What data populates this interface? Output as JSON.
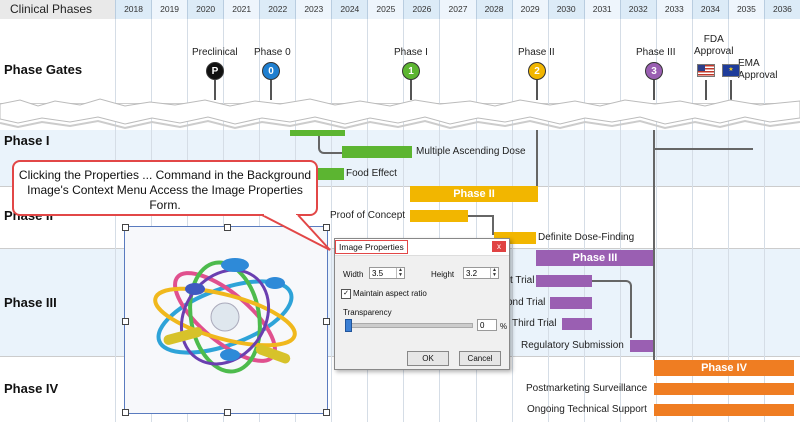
{
  "header": {
    "label": "Clinical Phases",
    "years": [
      "2018",
      "2019",
      "2020",
      "2021",
      "2022",
      "2023",
      "2024",
      "2025",
      "2026",
      "2027",
      "2028",
      "2029",
      "2030",
      "2031",
      "2032",
      "2033",
      "2034",
      "2035",
      "2036"
    ]
  },
  "rows": {
    "phase_gates": "Phase Gates",
    "phase_i": "Phase I",
    "phase_ii": "Phase II",
    "phase_iii": "Phase III",
    "phase_iv": "Phase IV"
  },
  "gates": [
    {
      "label": "Preclinical",
      "symbol": "P",
      "color": "#111111"
    },
    {
      "label": "Phase 0",
      "symbol": "0",
      "color": "#1f7fd0"
    },
    {
      "label": "Phase I",
      "symbol": "1",
      "color": "#5cb531"
    },
    {
      "label": "Phase II",
      "symbol": "2",
      "color": "#f2b600"
    },
    {
      "label": "Phase III",
      "symbol": "3",
      "color": "#9a5fb2"
    },
    {
      "label": "FDA\nApproval",
      "symbol": "us-flag-icon"
    },
    {
      "label": "EMA\nApproval",
      "symbol": "eu-flag-icon"
    }
  ],
  "tasks": {
    "multiple_ascending_dose": "Multiple Ascending Dose",
    "food_effect": "Food Effect",
    "phase_ii_bar": "Phase II",
    "proof_of_concept": "Proof of Concept",
    "definite_dose_finding": "Definite Dose-Finding",
    "phase_iii_bar": "Phase III",
    "first_trial": "t Trial",
    "second_trial": "ond Trial",
    "third_trial": "Third Trial",
    "regulatory_submission": "Regulatory Submission",
    "phase_iv_bar": "Phase IV",
    "postmarketing": "Postmarketing Surveillance",
    "ongoing_support": "Ongoing Technical Support"
  },
  "callout": "Clicking the Properties ... Command in the Background Image's Context Menu Access the Image Properties Form.",
  "dialog": {
    "title": "Image Properties",
    "close": "x",
    "width_label": "Width",
    "width_value": "3.5",
    "height_label": "Height",
    "height_value": "3.2",
    "maintain_label": "Maintain aspect ratio",
    "maintain_checked": "✓",
    "transparency_label": "Transparency",
    "transparency_value": "0",
    "transparency_unit": "%",
    "ok": "OK",
    "cancel": "Cancel"
  },
  "colors": {
    "phase_i": "#5cb531",
    "phase_ii": "#f2b600",
    "phase_iii": "#9a5fb2",
    "phase_iv": "#ef7d22"
  }
}
